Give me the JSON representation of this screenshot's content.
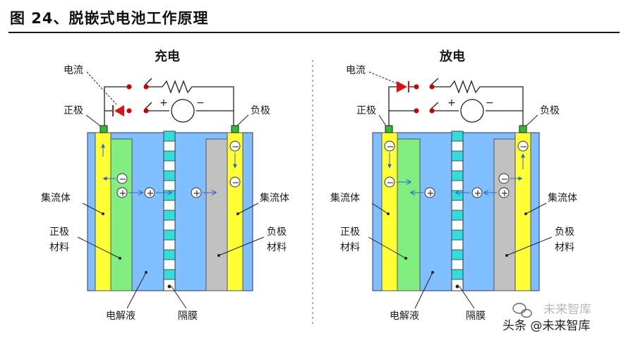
{
  "figure_title": "图 24、脱嵌式电池工作原理",
  "charge": {
    "heading": "充电",
    "current": "电流",
    "positive_terminal": "正极",
    "negative_terminal": "负极",
    "collector_left": "集流体",
    "collector_right": "集流体",
    "positive_material": [
      "正极",
      "材料"
    ],
    "negative_material": [
      "负极",
      "材料"
    ],
    "electrolyte": "电解液",
    "separator": "隔膜",
    "plus": "+",
    "minus": "−"
  },
  "discharge": {
    "heading": "放电",
    "current": "电流",
    "positive_terminal": "正极",
    "negative_terminal": "负极",
    "collector_left": "集流体",
    "collector_right": "集流体",
    "positive_material": [
      "正极",
      "材料"
    ],
    "negative_material": [
      "负极",
      "材料"
    ],
    "electrolyte": "电解液",
    "separator": "隔膜",
    "plus": "+",
    "minus": "−"
  },
  "ion_symbols": {
    "cation": "+",
    "electron": "−"
  },
  "watermark": {
    "faint": "未来智库",
    "main": "头条 @未来智库",
    "icon": "wechat-icon"
  },
  "colors": {
    "electrolyte": "#80bfff",
    "collector": "#ffff33",
    "positive_material": "#80ee80",
    "negative_material": "#c0c0c0",
    "separator": "#33dddd",
    "terminal": "#33bb33",
    "dot": "#cc0000",
    "arrow": "#4477cc"
  }
}
